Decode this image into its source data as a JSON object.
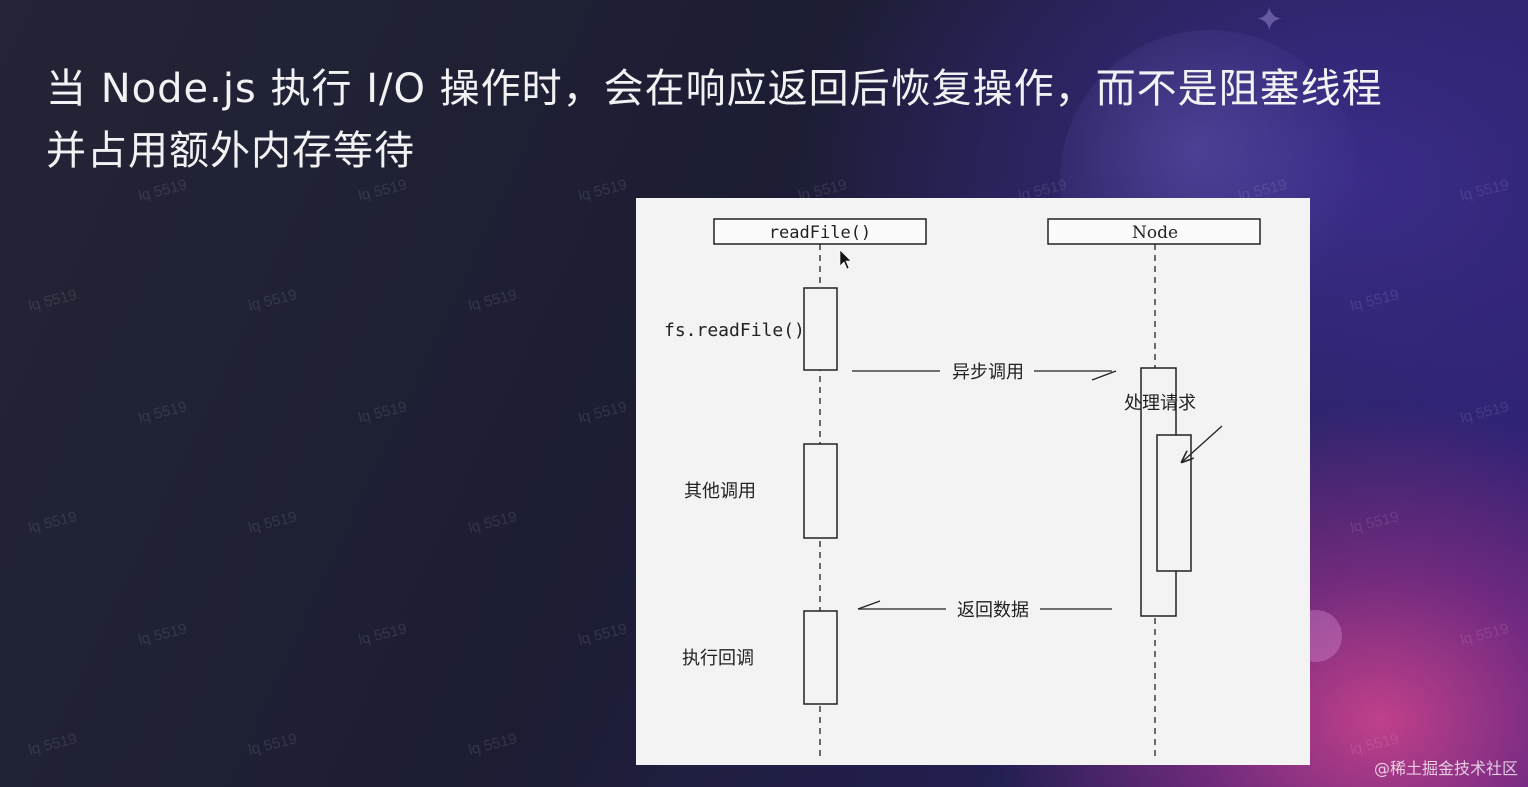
{
  "slide": {
    "title_line1": "当 Node.js 执行 I/O 操作时，会在响应返回后恢复操作，而不是阻塞线程",
    "title_line2": "并占用额外内存等待",
    "watermark_text": "lq 5519",
    "footer_credit": "@稀土掘金技术社区"
  },
  "diagram": {
    "lifelines": [
      {
        "id": "left",
        "label": "readFile()"
      },
      {
        "id": "right",
        "label": "Node"
      }
    ],
    "activations_left_labels": {
      "fs_readfile": "fs.readFile()",
      "other_calls": "其他调用",
      "exec_callback": "执行回调"
    },
    "messages": {
      "async_call": "异步调用",
      "process_request": "处理请求",
      "return_data": "返回数据"
    }
  }
}
